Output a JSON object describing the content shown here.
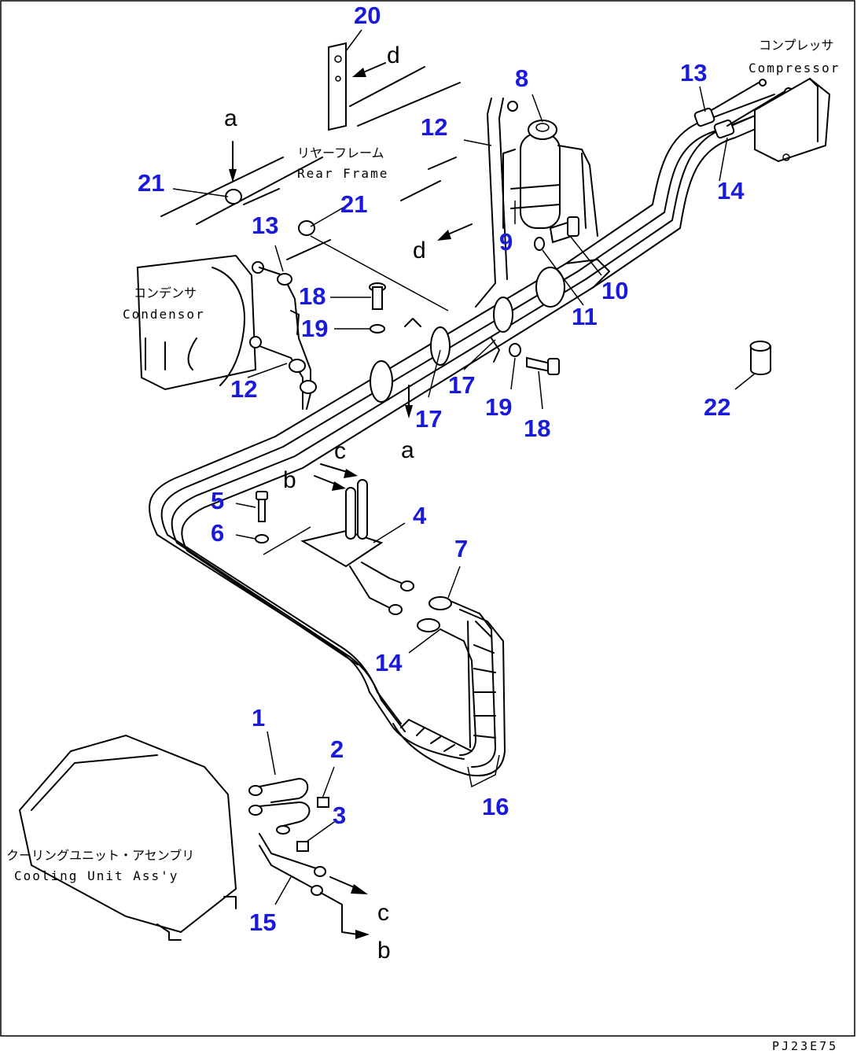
{
  "labels": {
    "rear_frame_jp": "リヤーフレーム",
    "rear_frame_en": "Rear Frame",
    "compressor_jp": "コンプレッサ",
    "compressor_en": "Compressor",
    "condensor_jp": "コンデンサ",
    "condensor_en": "Condensor",
    "cooling_unit_jp": "クーリングユニット・アセンブリ",
    "cooling_unit_en": "Cooling Unit Ass'y"
  },
  "drawing_code": "PJ23E75",
  "view_tags": [
    "a",
    "a",
    "b",
    "b",
    "c",
    "c",
    "d",
    "d"
  ],
  "callouts": [
    "20",
    "8",
    "13",
    "12",
    "21",
    "21",
    "14",
    "13",
    "9",
    "10",
    "18",
    "19",
    "11",
    "12",
    "17",
    "17",
    "19",
    "18",
    "22",
    "5",
    "4",
    "6",
    "7",
    "14",
    "1",
    "2",
    "3",
    "16",
    "15"
  ],
  "colors": {
    "callout": "#1a1adb",
    "line": "#000000",
    "background": "#ffffff"
  }
}
